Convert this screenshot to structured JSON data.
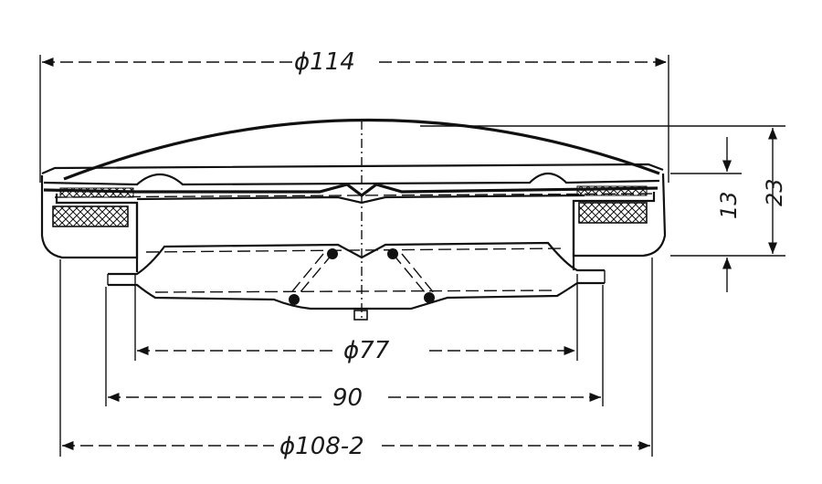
{
  "drawing": {
    "dimensions": {
      "top_diameter": "ϕ114",
      "inner_diameter": "ϕ77",
      "flange_width": "90",
      "bottom_diameter": "ϕ108-2",
      "height_inner": "13",
      "height_total": "23"
    }
  }
}
